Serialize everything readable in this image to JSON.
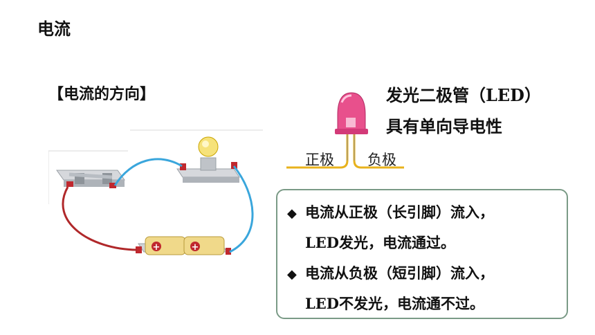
{
  "page": {
    "title": "电流",
    "section_heading": "【电流的方向】"
  },
  "led": {
    "title_line1_prefix": "发光二极管（",
    "title_line1_abbr": "LED",
    "title_line1_suffix": "）",
    "title_line2": "具有单向导电性",
    "positive_label": "正极",
    "negative_label": "负极"
  },
  "circuit": {
    "battery_symbol": "+"
  },
  "info": {
    "bullet": "◆",
    "line1": "电流从正极（长引脚）流入，",
    "line2_abbr": "LED",
    "line2_text": "发光，电流通过。",
    "line3": "电流从负极（短引脚）流入，",
    "line4_abbr": "LED",
    "line4_text": "不发光，电流通不过。"
  },
  "colors": {
    "blue_wire": "#3aa6dc",
    "red_wire": "#b0282a",
    "led_body": "#e8508c",
    "led_lead": "#e8b21c",
    "box_border": "#7a9a86"
  }
}
